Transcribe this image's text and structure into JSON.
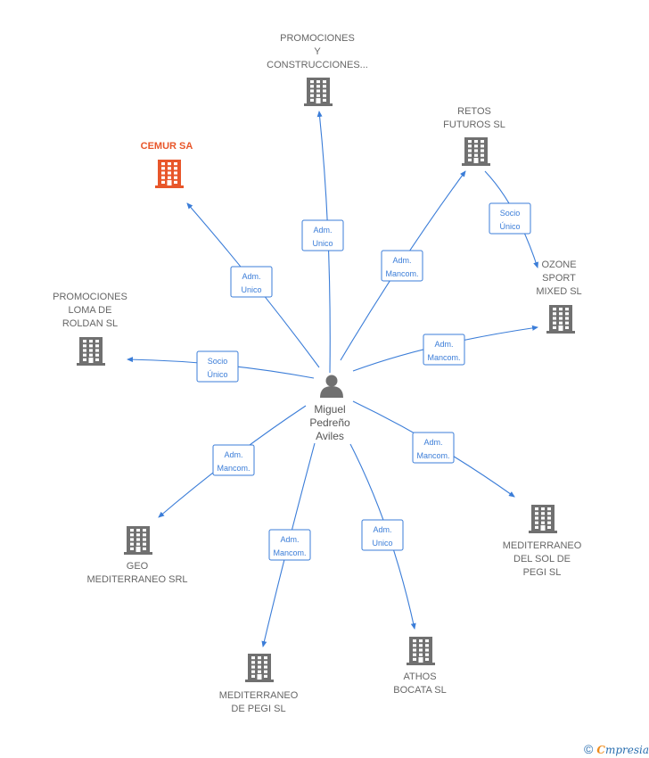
{
  "center": {
    "label_lines": [
      "Miguel",
      "Pedreño",
      "Aviles"
    ],
    "icon": "person-icon"
  },
  "colors": {
    "edge": "#3b7dd8",
    "building": "#707070",
    "highlight": "#e8562a",
    "text": "#666666"
  },
  "companies": [
    {
      "id": "promociones-construcciones",
      "label_lines": [
        "PROMOCIONES",
        "Y",
        "CONSTRUCCIONES..."
      ],
      "icon": "building-icon",
      "highlight": false,
      "relation": [
        "Adm.",
        "Unico"
      ]
    },
    {
      "id": "retos-futuros",
      "label_lines": [
        "RETOS",
        "FUTUROS SL"
      ],
      "icon": "building-icon",
      "highlight": false,
      "relation": [
        "Adm.",
        "Mancom."
      ]
    },
    {
      "id": "cemur",
      "label_lines": [
        "CEMUR SA"
      ],
      "icon": "building-icon",
      "highlight": true,
      "relation": [
        "Adm.",
        "Unico"
      ]
    },
    {
      "id": "ozone-sport",
      "label_lines": [
        "OZONE",
        "SPORT",
        "MIXED SL"
      ],
      "icon": "building-icon",
      "highlight": false,
      "relation": [
        "Adm.",
        "Mancom."
      ]
    },
    {
      "id": "promociones-loma",
      "label_lines": [
        "PROMOCIONES",
        "LOMA DE",
        "ROLDAN SL"
      ],
      "icon": "building-icon",
      "highlight": false,
      "relation": [
        "Socio",
        "Único"
      ]
    },
    {
      "id": "geo-mediterraneo",
      "label_lines": [
        "GEO",
        "MEDITERRANEO SRL"
      ],
      "icon": "building-icon",
      "highlight": false,
      "relation": [
        "Adm.",
        "Mancom."
      ]
    },
    {
      "id": "mediterraneo-del-sol",
      "label_lines": [
        "MEDITERRANEO",
        "DEL SOL DE",
        "PEGI SL"
      ],
      "icon": "building-icon",
      "highlight": false,
      "relation": [
        "Adm.",
        "Mancom."
      ]
    },
    {
      "id": "mediterraneo-pegi",
      "label_lines": [
        "MEDITERRANEO",
        "DE PEGI SL"
      ],
      "icon": "building-icon",
      "highlight": false,
      "relation": [
        "Adm.",
        "Mancom."
      ]
    },
    {
      "id": "athos-bocata",
      "label_lines": [
        "ATHOS",
        "BOCATA SL"
      ],
      "icon": "building-icon",
      "highlight": false,
      "relation": [
        "Adm.",
        "Unico"
      ]
    }
  ],
  "company_links": [
    {
      "from": "retos-futuros",
      "to": "ozone-sport",
      "relation": [
        "Socio",
        "Único"
      ]
    }
  ],
  "footer": {
    "copyright": "©",
    "brand_first": "C",
    "brand_rest": "mpresia"
  }
}
